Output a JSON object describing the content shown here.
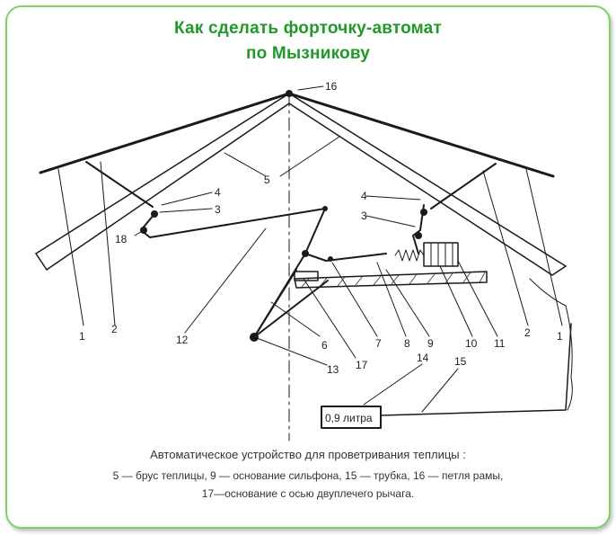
{
  "title": {
    "line1": "Как сделать форточку-автомат",
    "line2": "по Мызникову"
  },
  "diagram": {
    "labels": {
      "n1_left": "1",
      "n2_left": "2",
      "n12": "12",
      "n18": "18",
      "n4_left": "4",
      "n3_left": "3",
      "n5": "5",
      "n16": "16",
      "n4_right": "4",
      "n3_right": "3",
      "n6": "6",
      "n13": "13",
      "n17": "17",
      "n7": "7",
      "n8": "8",
      "n9": "9",
      "n10": "10",
      "n11": "11",
      "n2_right": "2",
      "n1_right": "1",
      "n14": "14",
      "n15": "15"
    },
    "container_label": "0,9 литра"
  },
  "caption": {
    "line1": "Автоматическое устройство для проветривания теплицы :",
    "line2": "5 — брус теплицы, 9 — основание сильфона,    15 — трубка, 16 — петля рамы,",
    "line3": "17—основание с осью двуплечего рычага."
  }
}
